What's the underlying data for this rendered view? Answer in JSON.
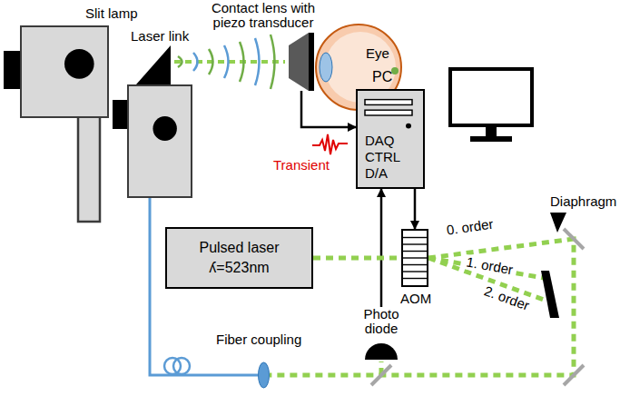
{
  "diagram": {
    "nodes": [
      {
        "text": [
          "Slit lamp"
        ]
      },
      {
        "text": [
          "Laser link"
        ]
      },
      {
        "text": [
          "Contact lens with piezo transducer"
        ]
      },
      {
        "text": [
          "Eye"
        ]
      },
      {
        "text": [
          "PC",
          "DAQ",
          "CTRL",
          "D/A"
        ]
      },
      {
        "text": [
          "Pulsed laser",
          "ʎ=523nm"
        ]
      },
      {
        "text": [
          "AOM"
        ]
      },
      {
        "text": [
          "Photo diode"
        ]
      },
      {
        "text": [
          "Fiber coupling"
        ]
      }
    ],
    "edges": [
      {
        "from": 2,
        "to": 4,
        "arrow": "to",
        "label": "Transient"
      },
      {
        "from": 4,
        "to": 6,
        "arrow": "to"
      },
      {
        "from": 7,
        "to": 4,
        "arrow": "to"
      },
      {
        "from": 1,
        "to": 8,
        "arrow": "none"
      },
      {
        "from": 5,
        "to": 6,
        "arrow": "none"
      }
    ],
    "labels": [
      "0. order",
      "1. order",
      "2. order",
      "Diaphragm"
    ]
  }
}
